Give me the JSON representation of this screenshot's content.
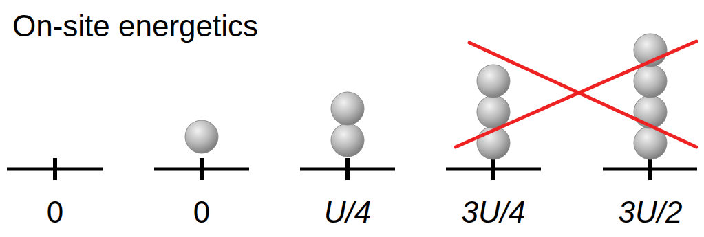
{
  "diagram": {
    "title": "On-site energetics",
    "labels": [
      "0",
      "0",
      "U/4",
      "3U/4",
      "3U/2"
    ]
  }
}
